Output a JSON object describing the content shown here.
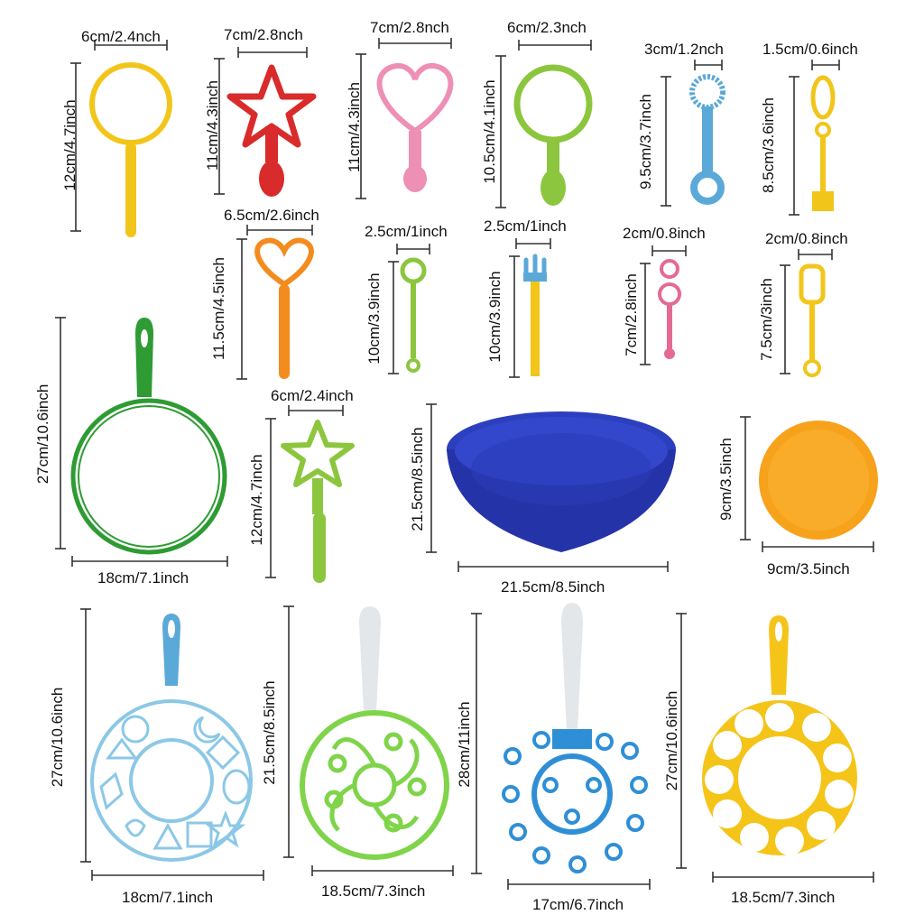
{
  "colors": {
    "yellow": "#f2c51a",
    "red": "#d92b2b",
    "pink": "#ee8fb6",
    "lime": "#8cc63e",
    "sky": "#5aa9d8",
    "orange": "#f48b1e",
    "green": "#2e9b33",
    "magenta": "#e46a95",
    "navy": "#2b3fbf",
    "amber": "#f7a21b",
    "lightblue": "#8cc8e6",
    "brightgreen": "#7fd44a",
    "blue": "#2f8fd6",
    "gold": "#f5c419"
  },
  "labels": {
    "w_yellow_ring": "6cm/2.4nch",
    "h_yellow_ring": "12cm/4.7inch",
    "w_red_star": "7cm/2.8nch",
    "h_red_star": "11cm/4.3inch",
    "w_pink_heart": "7cm/2.8nch",
    "h_pink_heart": "11cm/4.3inch",
    "w_lime_ring": "6cm/2.3nch",
    "h_lime_ring": "10.5cm/4.1inch",
    "w_blue_wand": "3cm/1.2nch",
    "h_blue_wand": "9.5cm/3.7inch",
    "w_yellow_wand": "1.5cm/0.6inch",
    "h_yellow_wand": "8.5cm/3.6inch",
    "w_orange_heart": "6.5cm/2.6inch",
    "h_orange_heart": "11.5cm/4.5inch",
    "w_green_stick": "2.5cm/1inch",
    "h_green_stick": "10cm/3.9inch",
    "w_claw": "2.5cm/1inch",
    "h_claw": "10cm/3.9inch",
    "w_pink_stick": "2cm/0.8inch",
    "h_pink_stick": "7cm/2.8inch",
    "w_yellow_stick": "2cm/0.8inch",
    "h_yellow_stick": "7.5cm/3inch",
    "h_big_green": "27cm/10.6inch",
    "w_big_green": "18cm/7.1inch",
    "w_green_star": "6cm/2.4inch",
    "h_green_star": "12cm/4.7inch",
    "h_tray": "21.5cm/8.5inch",
    "w_tray": "21.5cm/8.5inch",
    "h_disc": "9cm/3.5inch",
    "w_disc": "9cm/3.5inch",
    "h_shapes": "27cm/10.6inch",
    "w_shapes": "18cm/7.1inch",
    "h_swirl": "21.5cm/8.5inch",
    "w_swirl": "18.5cm/7.3inch",
    "h_flower": "28cm/11inch",
    "w_flower": "17cm/6.7inch",
    "h_circles": "27cm/10.6inch",
    "w_circles": "18.5cm/7.3inch"
  }
}
